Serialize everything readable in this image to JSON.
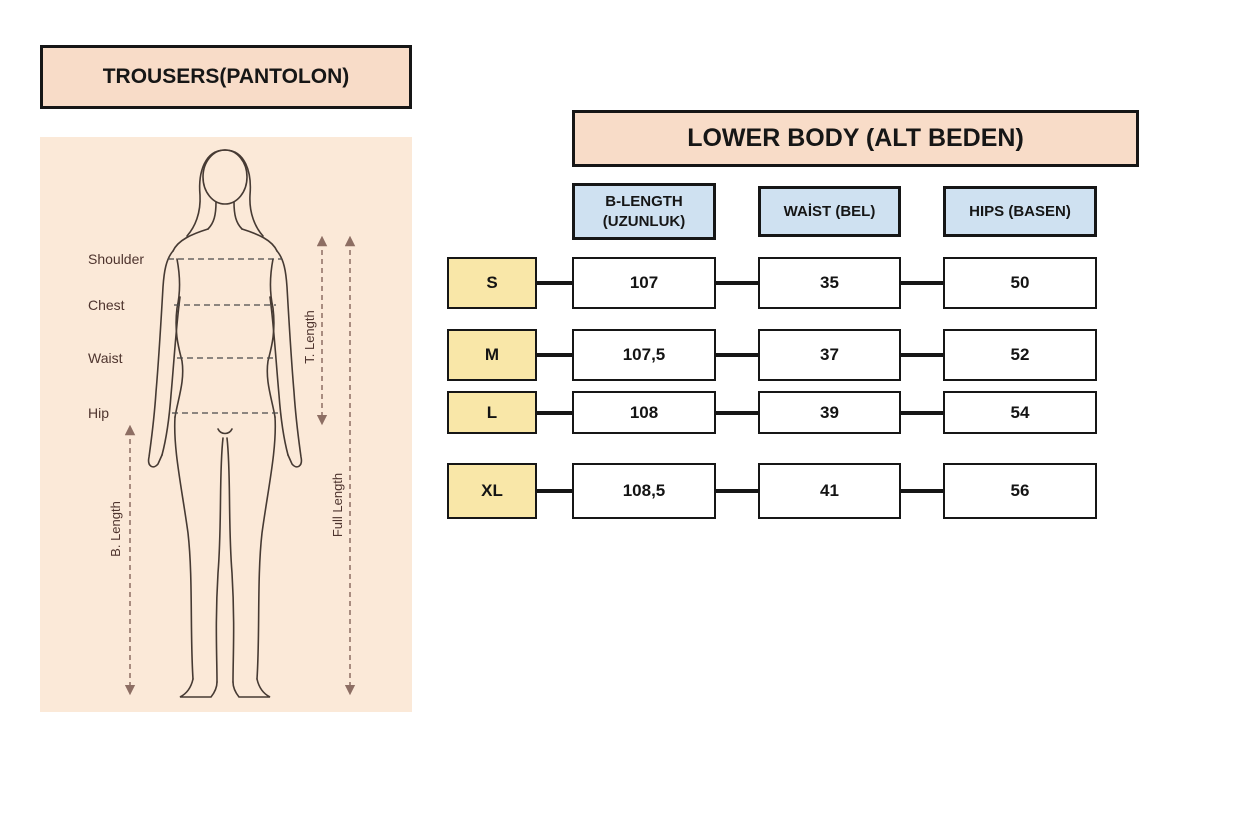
{
  "title_box": {
    "label": "TROUSERS(PANTOLON)"
  },
  "diagram": {
    "labels": {
      "shoulder": "Shoulder",
      "chest": "Chest",
      "waist": "Waist",
      "hip": "Hip",
      "b_length": "B. Length",
      "t_length": "T. Length",
      "full_length": "Full Length"
    }
  },
  "size_chart": {
    "title": "LOWER BODY (ALT BEDEN)",
    "columns": [
      "B-LENGTH (UZUNLUK)",
      "WAİST  (BEL)",
      "HIPS (BASEN)"
    ],
    "rows": [
      {
        "size": "S",
        "values": [
          "107",
          "35",
          "50"
        ]
      },
      {
        "size": "M",
        "values": [
          "107,5",
          "37",
          "52"
        ]
      },
      {
        "size": "L",
        "values": [
          "108",
          "39",
          "54"
        ]
      },
      {
        "size": "XL",
        "values": [
          "108,5",
          "41",
          "56"
        ]
      }
    ]
  },
  "colors": {
    "peach": "#f8dcc8",
    "panel": "#fbe9d8",
    "blue": "#cfe1f1",
    "yellow": "#f9e7a8",
    "border": "#161616",
    "arrow": "#8d6e63"
  }
}
